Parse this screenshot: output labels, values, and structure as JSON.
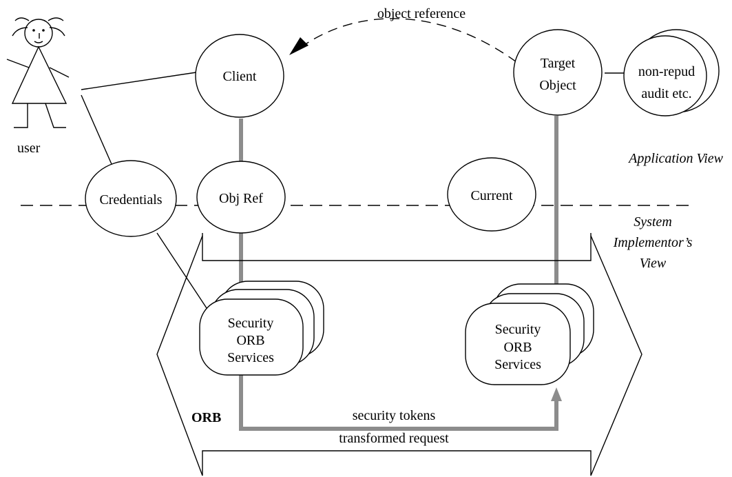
{
  "labels": {
    "object_reference": "object reference",
    "client": "Client",
    "target_line1": "Target",
    "target_line2": "Object",
    "nonrepud_line1": "non-repud",
    "nonrepud_line2": "audit etc.",
    "user": "user",
    "application_view": "Application View",
    "credentials": "Credentials",
    "obj_ref": "Obj Ref",
    "current": "Current",
    "system_line1": "System",
    "system_line2": "Implementor’s",
    "system_line3": "View",
    "security_line1": "Security",
    "security_line2": "ORB",
    "security_line3": "Services",
    "orb": "ORB",
    "security_tokens": "security tokens",
    "transformed_request": "transformed request"
  },
  "colors": {
    "line": "#000000",
    "orb_path": "#8c8c8c",
    "background": "#ffffff"
  }
}
